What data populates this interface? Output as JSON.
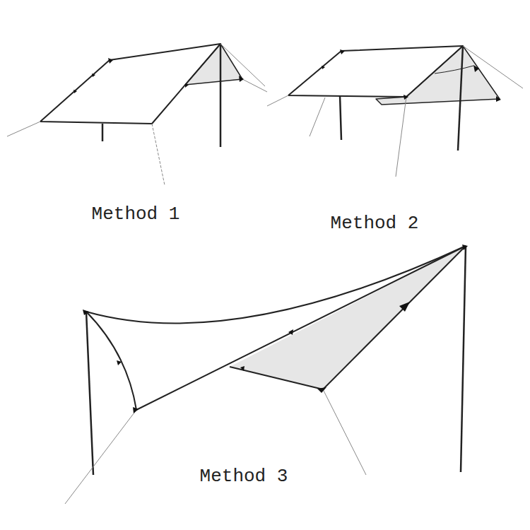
{
  "diagram": {
    "labels": [
      "Method 1",
      "Method 2",
      "Method 3"
    ]
  }
}
